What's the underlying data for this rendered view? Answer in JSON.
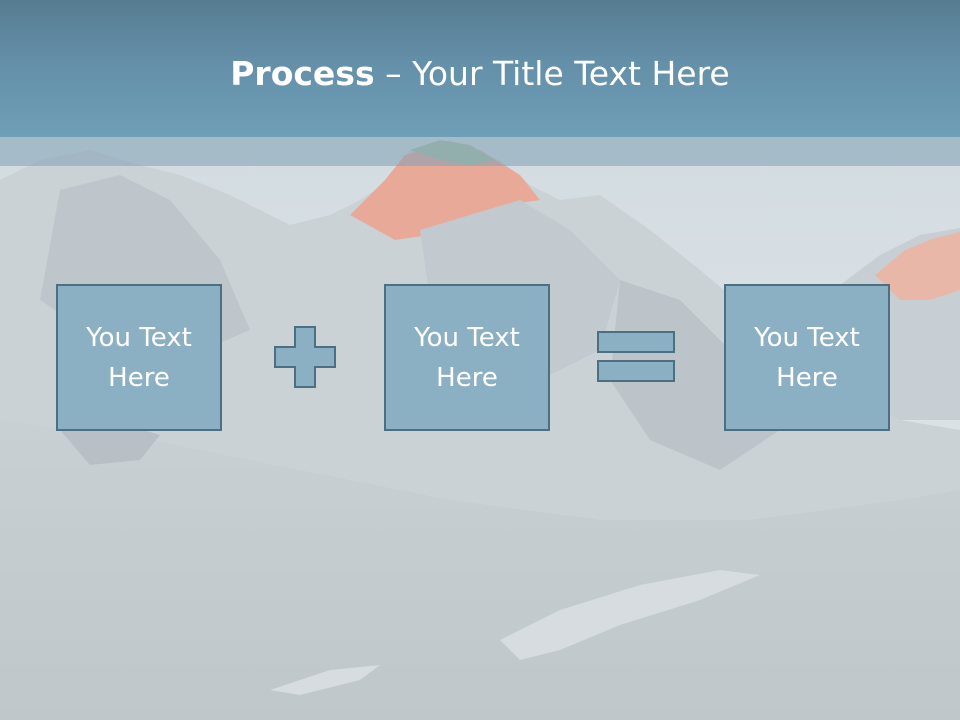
{
  "slide": {
    "title_bold": "Process",
    "title_separator": "–",
    "title_rest": "Your Title Text Here",
    "boxes": [
      {
        "text": "You Text Here"
      },
      {
        "text": "You Text Here"
      },
      {
        "text": "You Text Here"
      }
    ],
    "operators": [
      "plus-icon",
      "equals-icon"
    ]
  },
  "colors": {
    "title_bar": "#648fa8",
    "box_fill": "#8bb0c4",
    "box_border": "#4c6f83",
    "text": "#ffffff"
  }
}
